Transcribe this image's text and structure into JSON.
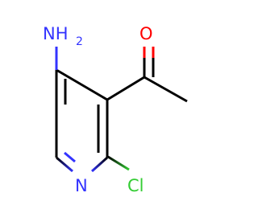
{
  "molecule": {
    "atoms": {
      "amino_N": "NH",
      "amino_sub": "2",
      "carbonyl_O": "O",
      "ring_N": "N",
      "chloro": "Cl"
    },
    "colors": {
      "nitrogen": "#3333ff",
      "oxygen": "#ff0000",
      "chlorine": "#33cc33",
      "carbon_bond": "#000000"
    }
  }
}
